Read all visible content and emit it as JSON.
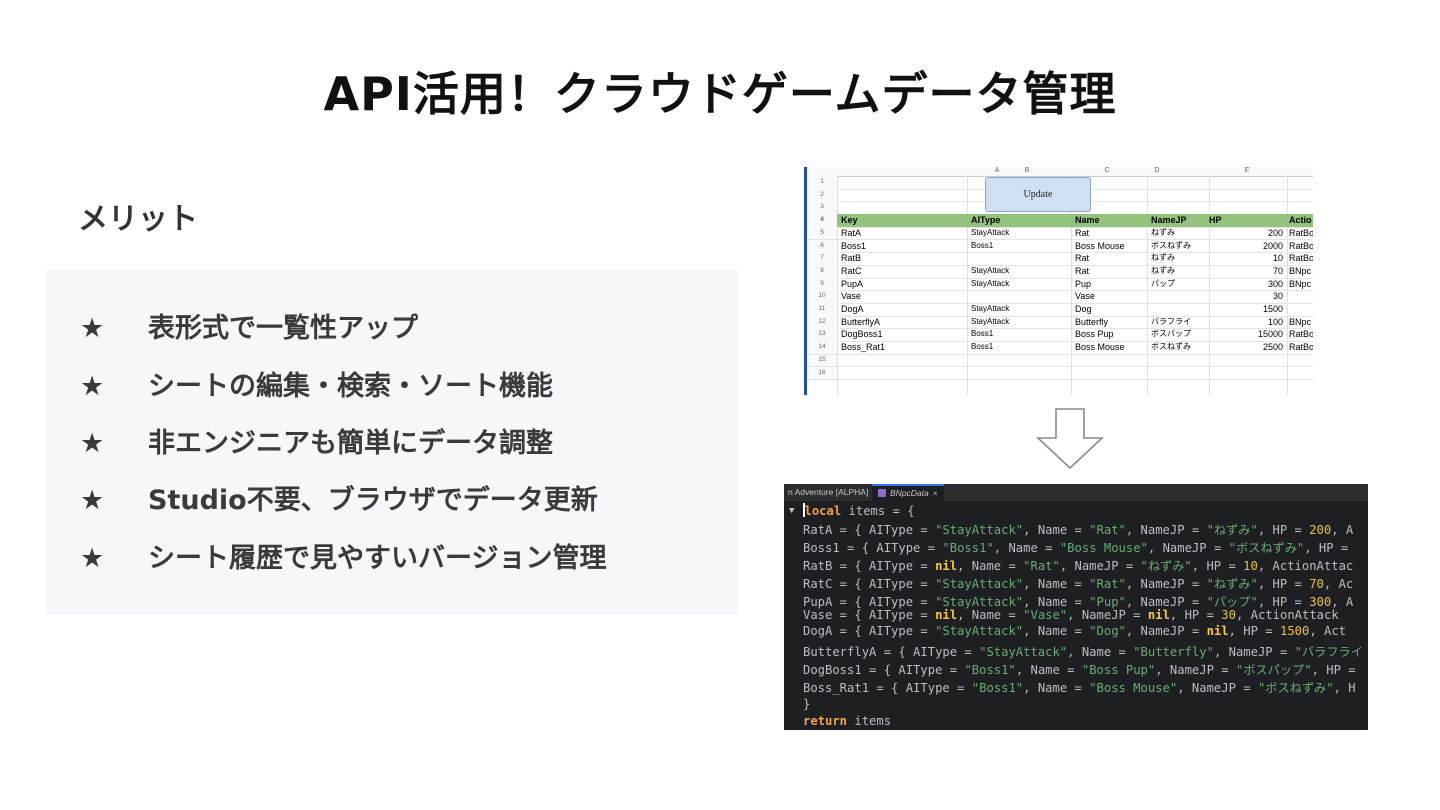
{
  "slide": {
    "title": "API活用！クラウドゲームデータ管理",
    "merit_heading": "メリット",
    "star": "★",
    "benefits": [
      "表形式で一覧性アップ",
      "シートの編集・検索・ソート機能",
      "非エンジニアも簡単にデータ調整",
      "Studio不要、ブラウザでデータ更新",
      "シート履歴で見やすいバージョン管理"
    ]
  },
  "spreadsheet": {
    "column_letters": [
      "A",
      "B",
      "C",
      "D",
      "E"
    ],
    "update_button": "Update",
    "header_row_number": "4",
    "headers": [
      "Key",
      "AIType",
      "Name",
      "NameJP",
      "HP",
      "Actio"
    ],
    "empty_rows": [
      "1",
      "2",
      "3",
      "15",
      "16"
    ],
    "rows": [
      {
        "n": "5",
        "key": "RatA",
        "aitype": "StayAttack",
        "name": "Rat",
        "namejp": "ねずみ",
        "hp": "200",
        "action": "RatBo"
      },
      {
        "n": "6",
        "key": "Boss1",
        "aitype": "Boss1",
        "name": "Boss Mouse",
        "namejp": "ボスねずみ",
        "hp": "2000",
        "action": "RatBo"
      },
      {
        "n": "7",
        "key": "RatB",
        "aitype": "",
        "name": "Rat",
        "namejp": "ねずみ",
        "hp": "10",
        "action": "RatBo"
      },
      {
        "n": "8",
        "key": "RatC",
        "aitype": "StayAttack",
        "name": "Rat",
        "namejp": "ねずみ",
        "hp": "70",
        "action": "BNpc"
      },
      {
        "n": "9",
        "key": "PupA",
        "aitype": "StayAttack",
        "name": "Pup",
        "namejp": "パップ",
        "hp": "300",
        "action": "BNpc"
      },
      {
        "n": "10",
        "key": "Vase",
        "aitype": "",
        "name": "Vase",
        "namejp": "",
        "hp": "30",
        "action": ""
      },
      {
        "n": "11",
        "key": "DogA",
        "aitype": "StayAttack",
        "name": "Dog",
        "namejp": "",
        "hp": "1500",
        "action": ""
      },
      {
        "n": "12",
        "key": "ButterflyA",
        "aitype": "StayAttack",
        "name": "Butterfly",
        "namejp": "バラフライ",
        "hp": "100",
        "action": "BNpc"
      },
      {
        "n": "13",
        "key": "DogBoss1",
        "aitype": "Boss1",
        "name": "Boss Pup",
        "namejp": "ボスパップ",
        "hp": "15000",
        "action": "RatBo"
      },
      {
        "n": "14",
        "key": "Boss_Rat1",
        "aitype": "Boss1",
        "name": "Boss Mouse",
        "namejp": "ボスねずみ",
        "hp": "2500",
        "action": "RatBo"
      }
    ]
  },
  "editor": {
    "tabs": [
      "n Adventure [ALPHA]",
      "BNpcData"
    ],
    "tab_close": "×",
    "fold_marker": "▼",
    "kw_local": "local",
    "items_open": " items = {",
    "close_brace": "}",
    "kw_return": "return",
    "items_tail": " items",
    "lines": [
      [
        [
          "t",
          "RatA = { AIType = "
        ],
        [
          "s",
          "\"StayAttack\""
        ],
        [
          "t",
          ", Name = "
        ],
        [
          "s",
          "\"Rat\""
        ],
        [
          "t",
          ", NameJP = "
        ],
        [
          "s",
          "\"ねずみ\""
        ],
        [
          "t",
          ", HP = "
        ],
        [
          "n",
          "200"
        ],
        [
          "t",
          ", A"
        ]
      ],
      [
        [
          "t",
          "Boss1 = { AIType = "
        ],
        [
          "s",
          "\"Boss1\""
        ],
        [
          "t",
          ", Name = "
        ],
        [
          "s",
          "\"Boss Mouse\""
        ],
        [
          "t",
          ", NameJP = "
        ],
        [
          "s",
          "\"ボスねずみ\""
        ],
        [
          "t",
          ", HP = "
        ]
      ],
      [
        [
          "t",
          "RatB = { AIType = "
        ],
        [
          "k",
          "nil"
        ],
        [
          "t",
          ", Name = "
        ],
        [
          "s",
          "\"Rat\""
        ],
        [
          "t",
          ", NameJP = "
        ],
        [
          "s",
          "\"ねずみ\""
        ],
        [
          "t",
          ", HP = "
        ],
        [
          "n",
          "10"
        ],
        [
          "t",
          ", ActionAttac"
        ]
      ],
      [
        [
          "t",
          "RatC = { AIType = "
        ],
        [
          "s",
          "\"StayAttack\""
        ],
        [
          "t",
          ", Name = "
        ],
        [
          "s",
          "\"Rat\""
        ],
        [
          "t",
          ", NameJP = "
        ],
        [
          "s",
          "\"ねずみ\""
        ],
        [
          "t",
          ", HP = "
        ],
        [
          "n",
          "70"
        ],
        [
          "t",
          ", Ac"
        ]
      ],
      [
        [
          "t",
          "PupA = { AIType = "
        ],
        [
          "s",
          "\"StayAttack\""
        ],
        [
          "t",
          ", Name = "
        ],
        [
          "s",
          "\"Pup\""
        ],
        [
          "t",
          ", NameJP = "
        ],
        [
          "s",
          "\"パップ\""
        ],
        [
          "t",
          ", HP = "
        ],
        [
          "n",
          "300"
        ],
        [
          "t",
          ", A"
        ]
      ],
      [
        [
          "t",
          "Vase = { AIType = "
        ],
        [
          "k",
          "nil"
        ],
        [
          "t",
          ", Name = "
        ],
        [
          "s",
          "\"Vase\""
        ],
        [
          "t",
          ", NameJP = "
        ],
        [
          "k",
          "nil"
        ],
        [
          "t",
          ", HP = "
        ],
        [
          "n",
          "30"
        ],
        [
          "t",
          ", ActionAttack"
        ]
      ],
      [
        [
          "t",
          "DogA = { AIType = "
        ],
        [
          "s",
          "\"StayAttack\""
        ],
        [
          "t",
          ", Name = "
        ],
        [
          "s",
          "\"Dog\""
        ],
        [
          "t",
          ", NameJP = "
        ],
        [
          "k",
          "nil"
        ],
        [
          "t",
          ", HP = "
        ],
        [
          "n",
          "1500"
        ],
        [
          "t",
          ", Act"
        ]
      ],
      [
        [
          "t",
          "ButterflyA = { AIType = "
        ],
        [
          "s",
          "\"StayAttack\""
        ],
        [
          "t",
          ", Name = "
        ],
        [
          "s",
          "\"Butterfly\""
        ],
        [
          "t",
          ", NameJP = "
        ],
        [
          "s",
          "\"バラフライ"
        ]
      ],
      [
        [
          "t",
          "DogBoss1 = { AIType = "
        ],
        [
          "s",
          "\"Boss1\""
        ],
        [
          "t",
          ", Name = "
        ],
        [
          "s",
          "\"Boss Pup\""
        ],
        [
          "t",
          ", NameJP = "
        ],
        [
          "s",
          "\"ボスパップ\""
        ],
        [
          "t",
          ", HP = "
        ]
      ],
      [
        [
          "t",
          "Boss_Rat1 = { AIType = "
        ],
        [
          "s",
          "\"Boss1\""
        ],
        [
          "t",
          ", Name = "
        ],
        [
          "s",
          "\"Boss Mouse\""
        ],
        [
          "t",
          ", NameJP = "
        ],
        [
          "s",
          "\"ボスねずみ\""
        ],
        [
          "t",
          ", H"
        ]
      ]
    ]
  }
}
